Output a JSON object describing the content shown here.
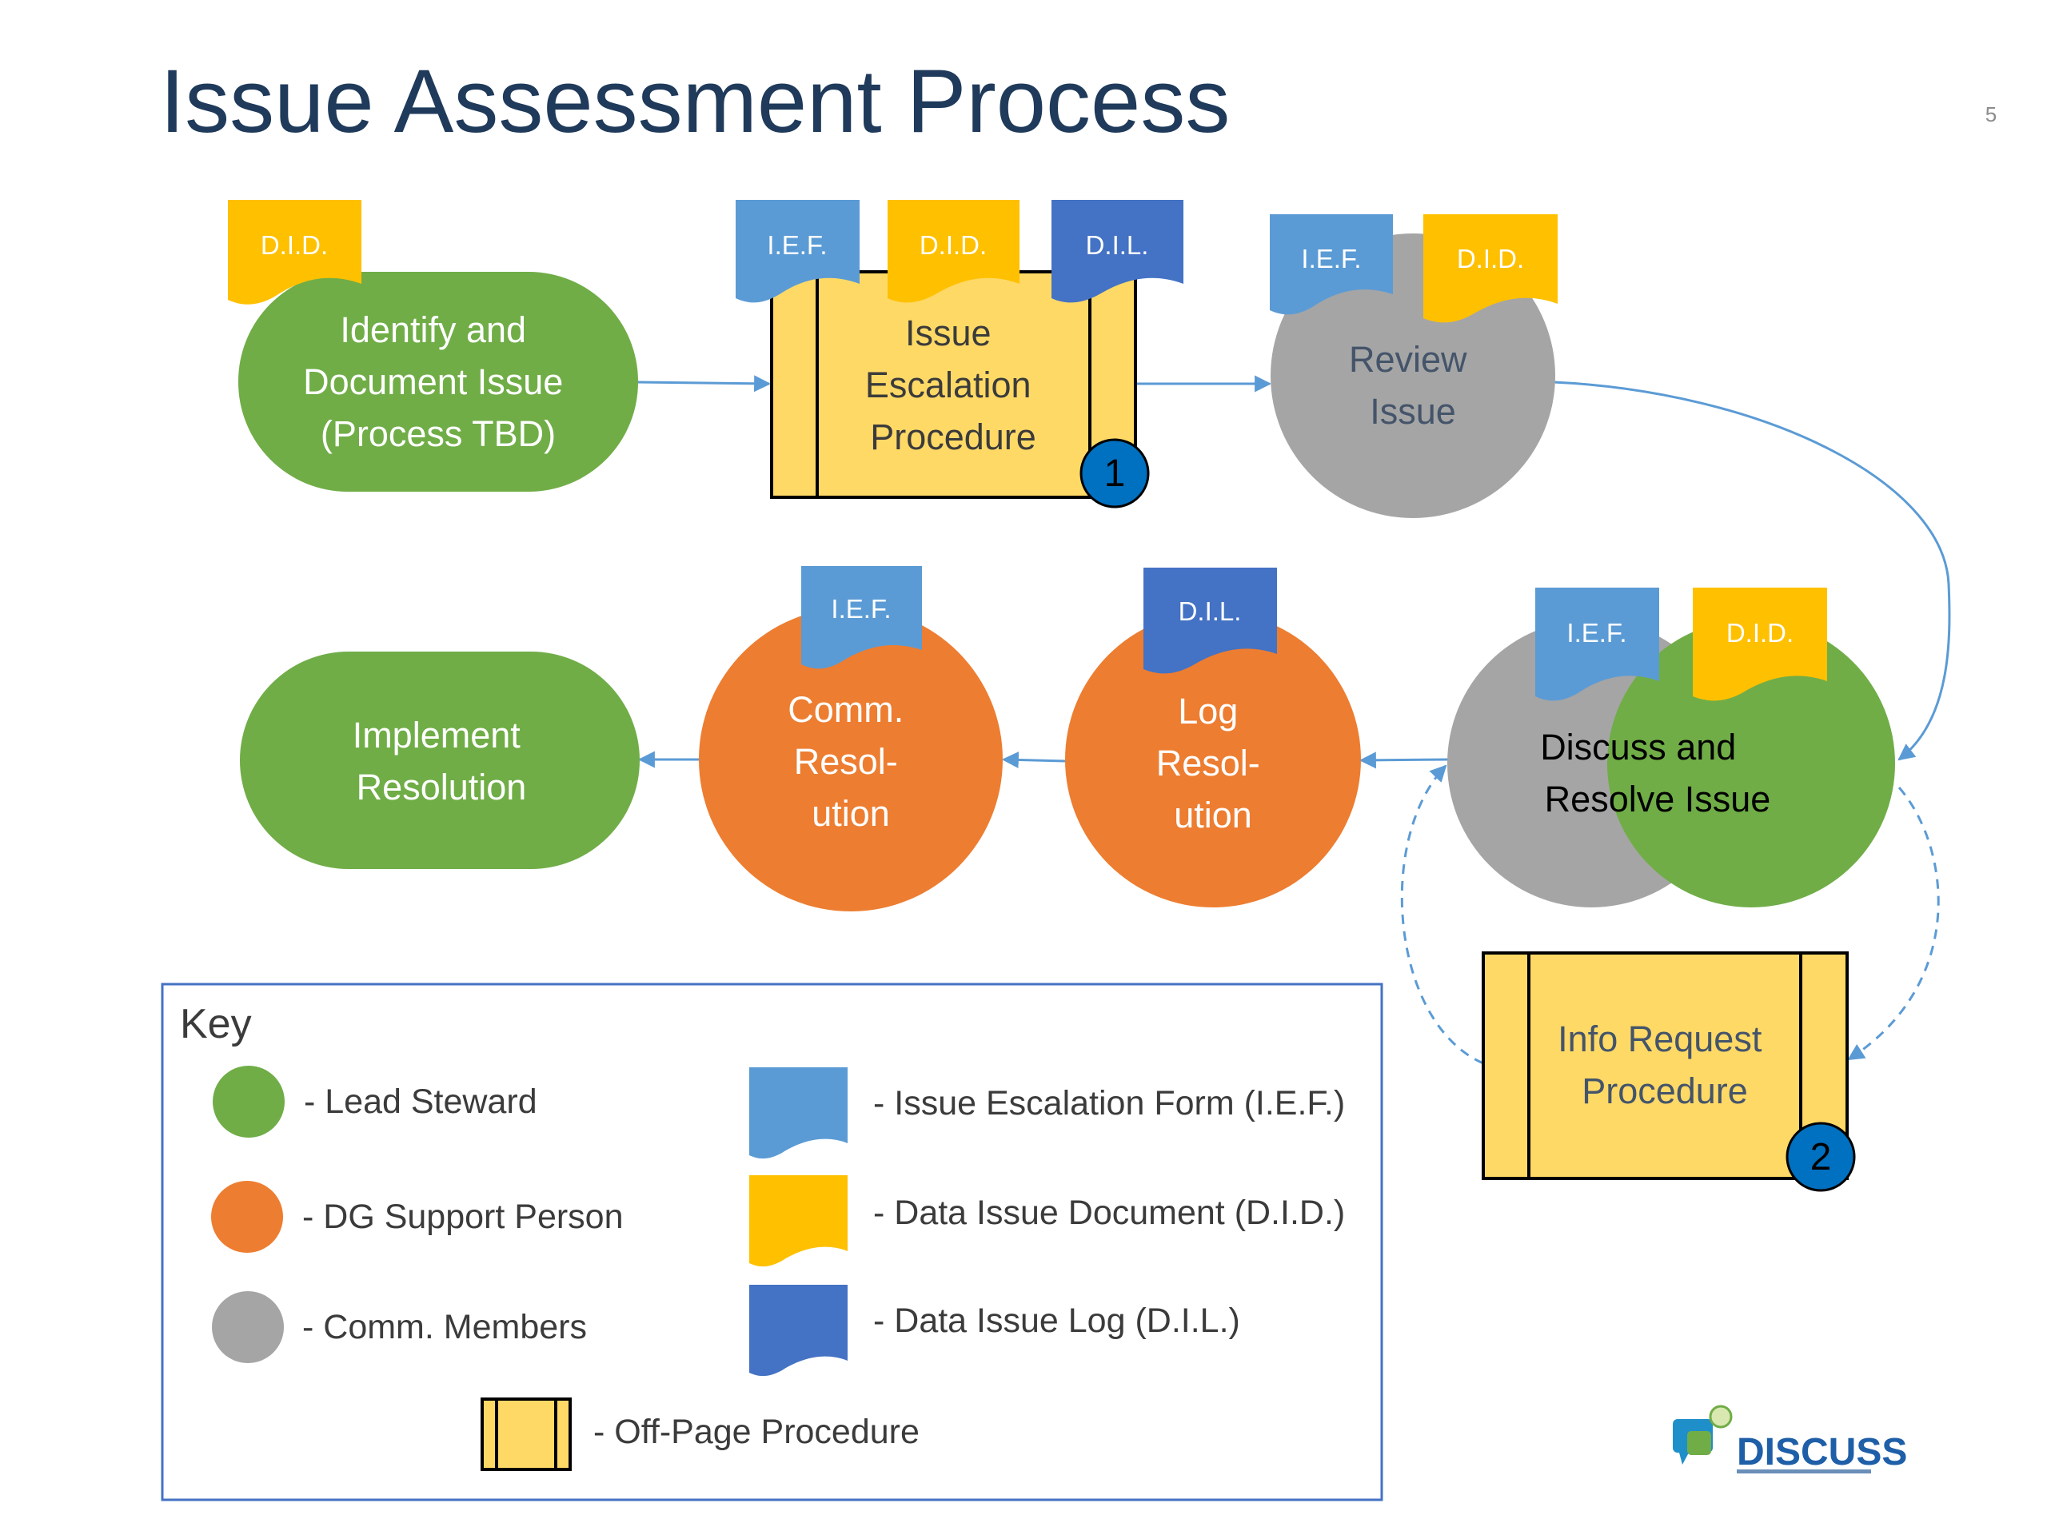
{
  "title": "Issue Assessment Process",
  "page_number": "5",
  "colors": {
    "lead_steward": "#70ad47",
    "dg_support": "#ed7d31",
    "comm_members": "#a5a5a5",
    "ief": "#5b9bd5",
    "did": "#ffc000",
    "dil": "#4472c4",
    "procedure_fill": "#ffd966",
    "connector": "#5b9bd5",
    "badge": "#0070c0"
  },
  "nodes": {
    "identify": {
      "lines": [
        "Identify  and",
        "Document Issue",
        "(Process TBD)"
      ],
      "role": "lead_steward",
      "shape": "rounded"
    },
    "escalation": {
      "lines": [
        "Issue",
        "Escalation",
        "Procedure"
      ],
      "shape": "off-page-procedure",
      "badge": "1"
    },
    "review": {
      "lines": [
        "Review",
        "Issue"
      ],
      "role": "comm_members",
      "shape": "circle"
    },
    "discuss": {
      "lines": [
        "Discuss and",
        "Resolve Issue"
      ],
      "roles": [
        "comm_members",
        "lead_steward"
      ],
      "shape": "overlapping-circles"
    },
    "log": {
      "lines": [
        "Log",
        "Resol-",
        "ution"
      ],
      "role": "dg_support",
      "shape": "circle"
    },
    "comm": {
      "lines": [
        "Comm.",
        "Resol-",
        "ution"
      ],
      "role": "dg_support",
      "shape": "circle"
    },
    "implement": {
      "lines": [
        "Implement",
        "Resolution"
      ],
      "role": "lead_steward",
      "shape": "rounded"
    },
    "info": {
      "lines": [
        "Info Request",
        "Procedure"
      ],
      "shape": "off-page-procedure",
      "badge": "2"
    }
  },
  "doc_tags": {
    "did": "D.I.D.",
    "ief": "I.E.F.",
    "dil": "D.I.L."
  },
  "key": {
    "title": "Key",
    "lead_steward": "- Lead Steward",
    "dg_support": "- DG Support Person",
    "comm_members": "- Comm. Members",
    "ief": "- Issue Escalation Form (I.E.F.)",
    "did": "- Data Issue Document (D.I.D.)",
    "dil": "- Data Issue Log (D.I.L.)",
    "procedure": "- Off-Page Procedure"
  },
  "logo": {
    "text": "DISCUSS"
  }
}
